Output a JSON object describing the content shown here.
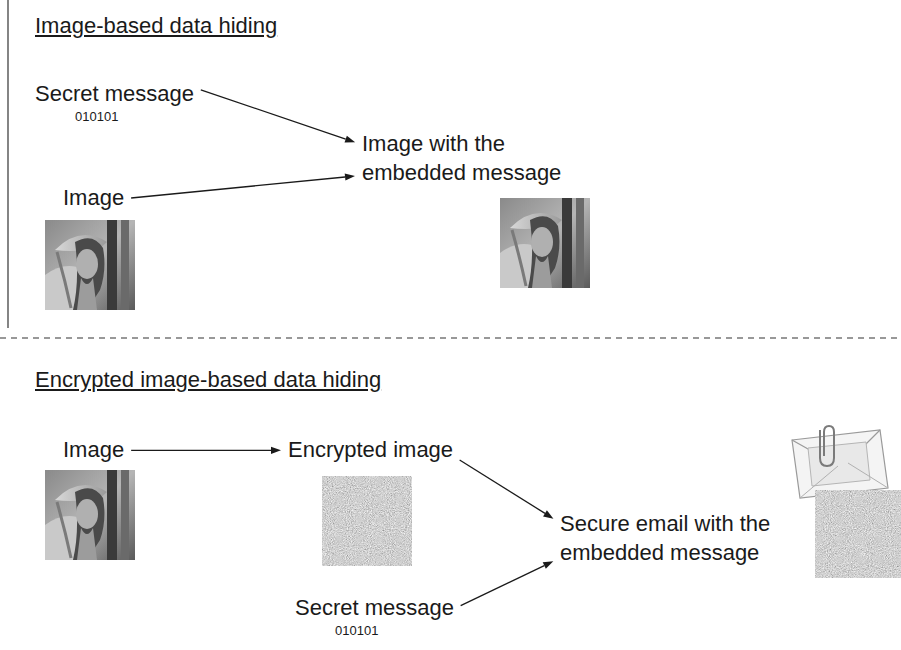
{
  "diagram": {
    "nodes": [
      {
        "text": [
          "Secret message",
          "010101"
        ]
      },
      {
        "text": [
          "Image"
        ]
      },
      {
        "text": [
          "Image with the embedded message"
        ]
      },
      {
        "text": [
          "Image"
        ]
      },
      {
        "text": [
          "Encrypted image"
        ]
      },
      {
        "text": [
          "Secure email with the embedded message"
        ]
      },
      {
        "text": [
          "Secret message",
          "010101"
        ]
      }
    ],
    "edges": [
      {
        "from": 0,
        "to": 2,
        "arrow": "to"
      },
      {
        "from": 1,
        "to": 2,
        "arrow": "to"
      },
      {
        "from": 3,
        "to": 4,
        "arrow": "to"
      },
      {
        "from": 4,
        "to": 5,
        "arrow": "to"
      },
      {
        "from": 6,
        "to": 5,
        "arrow": "to"
      }
    ],
    "labels": [
      "Image-based data hiding",
      "Encrypted image-based data hiding"
    ]
  }
}
